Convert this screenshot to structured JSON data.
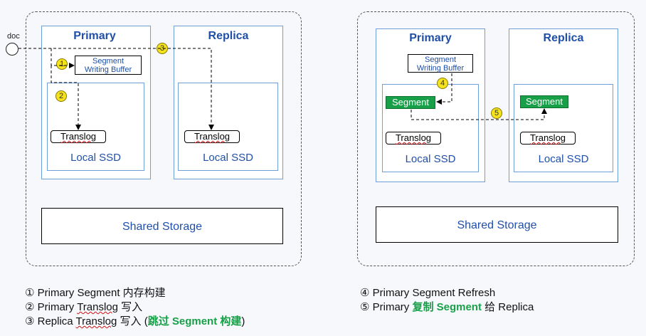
{
  "doc_label": "doc",
  "left": {
    "primary_title": "Primary",
    "replica_title": "Replica",
    "segment_writing_buffer_line1": "Segment",
    "segment_writing_buffer_line2": "Writing Buffer",
    "translog_primary": "Translog",
    "translog_replica": "Translog",
    "local_ssd_primary": "Local SSD",
    "local_ssd_replica": "Local SSD",
    "shared_storage": "Shared Storage",
    "badge1": "1",
    "badge2": "2",
    "badge3": "3"
  },
  "right": {
    "primary_title": "Primary",
    "replica_title": "Replica",
    "segment_writing_buffer_line1": "Segment",
    "segment_writing_buffer_line2": "Writing Buffer",
    "segment_primary": "Segment",
    "segment_replica": "Segment",
    "translog_primary": "Translog",
    "translog_replica": "Translog",
    "local_ssd_primary": "Local SSD",
    "local_ssd_replica": "Local SSD",
    "shared_storage": "Shared Storage",
    "badge4": "4",
    "badge5": "5"
  },
  "legend_left": {
    "item1": "① Primary Segment 内存构建",
    "item2_prefix": "② Primary ",
    "item2_translog": "Translog",
    "item2_suffix": " 写入",
    "item3_prefix": "③ Replica ",
    "item3_translog": "Translog",
    "item3_mid": " 写入 (",
    "item3_green": "跳过 Segment 构建",
    "item3_end": ")"
  },
  "legend_right": {
    "item4": "④ Primary Segment Refresh",
    "item5_prefix": "⑤ Primary ",
    "item5_green": "复制 Segment",
    "item5_suffix": " 给 Replica"
  },
  "colors": {
    "accent_blue": "#1f4fa8",
    "segment_green": "#18a048",
    "badge_yellow": "#f4e21c"
  }
}
